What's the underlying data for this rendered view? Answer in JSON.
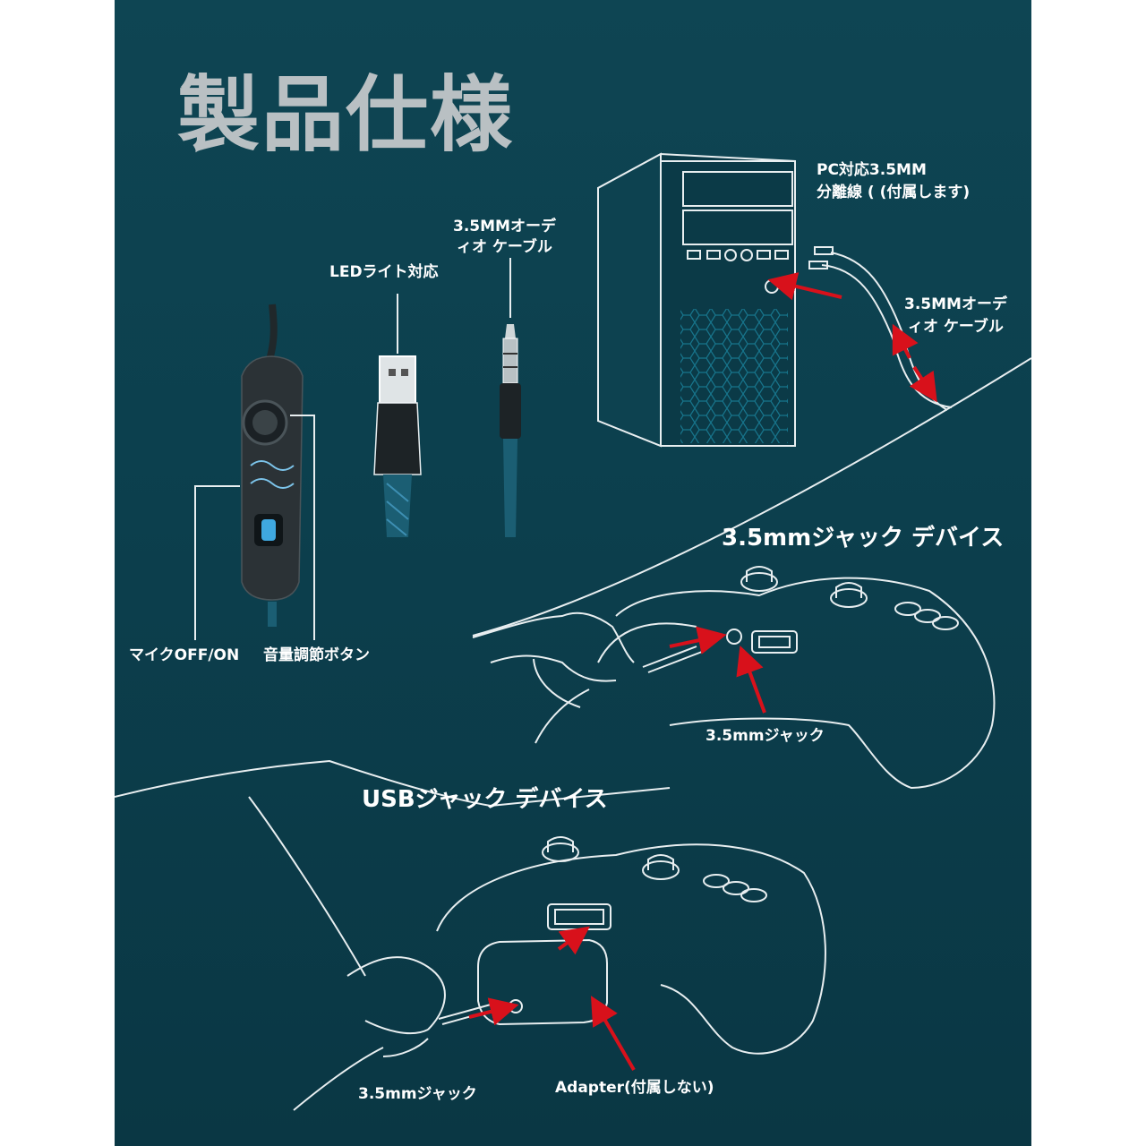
{
  "title": "製品仕様",
  "labels": {
    "led": "LEDライト対応",
    "audio_cable_1": "3.5MMオーデ",
    "audio_cable_2": "ィオ ケーブル",
    "pc_split_1": "PC対応3.5MM",
    "pc_split_2": "分離線 ( (付属します)",
    "audio_cable_b_1": "3.5MMオーデ",
    "audio_cable_b_2": "ィオ ケーブル",
    "mic_toggle": "マイクOFF/ON",
    "volume": "音量調節ボタン",
    "jack_device": "3.5mmジャック デバイス",
    "jack_label": "3.5mmジャック",
    "usb_device": "USBジャック デバイス",
    "jack_label_2": "3.5mmジャック",
    "adapter": "Adapter(付属しない)"
  },
  "colors": {
    "background": "#0c3f4d",
    "outline": "#e8eef0",
    "arrow": "#d8111b",
    "title": "#b9c0c3",
    "accent": "#3fa8e0"
  }
}
